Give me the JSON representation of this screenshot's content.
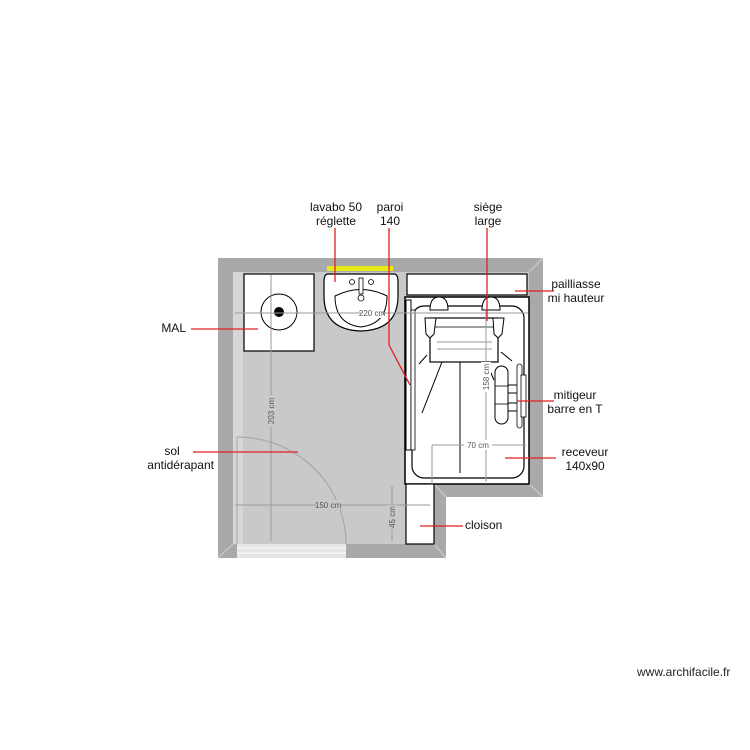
{
  "plan": {
    "colors": {
      "wall": "#a9a9a9",
      "floor": "#c9c9c9",
      "fixture_fill": "#ffffff",
      "leader": "#e02020",
      "dimension": "#9a9a9a",
      "reglette": "#e6ea1a"
    },
    "dimensions": {
      "width_top": "220 cm",
      "height_left": "203 cm",
      "width_bottom": "150 cm",
      "cloison_height": "45 cm",
      "shower_width": "70 cm",
      "shower_length": "158 cm"
    },
    "labels": {
      "lavabo_line1": "lavabo 50",
      "lavabo_line2": "réglette",
      "paroi_line1": "paroi",
      "paroi_line2": "140",
      "siege_line1": "siège",
      "siege_line2": "large",
      "pailliasse_line1": "pailliasse",
      "pailliasse_line2": "mi hauteur",
      "mal": "MAL",
      "mitigeur_line1": "mitigeur",
      "mitigeur_line2": "barre en T",
      "sol_line1": "sol",
      "sol_line2": "antidérapant",
      "receveur_line1": "receveur",
      "receveur_line2": "140x90",
      "cloison": "cloison"
    }
  },
  "watermark": "www.archifacile.fr"
}
